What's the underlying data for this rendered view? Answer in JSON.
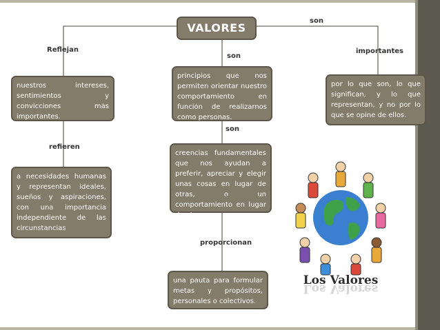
{
  "title": "VALORES",
  "labels": {
    "son_top": "son",
    "reflejan": "Reflejan",
    "importantes": "importantes",
    "son_center_1": "son",
    "son_center_2": "son",
    "refieren": "refieren",
    "proporcionan": "proporcionan"
  },
  "nodes": {
    "intereses": "nuestros intereses, sentimientos y convicciones más importantes.",
    "necesidades": "a necesidades humanas y representan ideales, sueños y aspiraciones, con una importancia independiente de las circunstancias",
    "principios": "principios que nos permiten orientar nuestro comportamiento en función de realizarnos como personas.",
    "creencias": "creencias fundamentales que nos ayudan a preferir, apreciar y elegir unas cosas en lugar de otras, o un comportamiento en lugar de otro.",
    "pauta": "una pauta para formular metas y propósitos, personales o colectivos.",
    "significan": "por lo que son, lo que significan, y lo que representan, y no por lo que se opine de ellos."
  },
  "image": {
    "caption": "Los Valores"
  },
  "colors": {
    "node_fill": "#847c6a",
    "node_border": "#5d5749",
    "line": "#6b6a5e",
    "sidebar": "#5c5a4e"
  }
}
